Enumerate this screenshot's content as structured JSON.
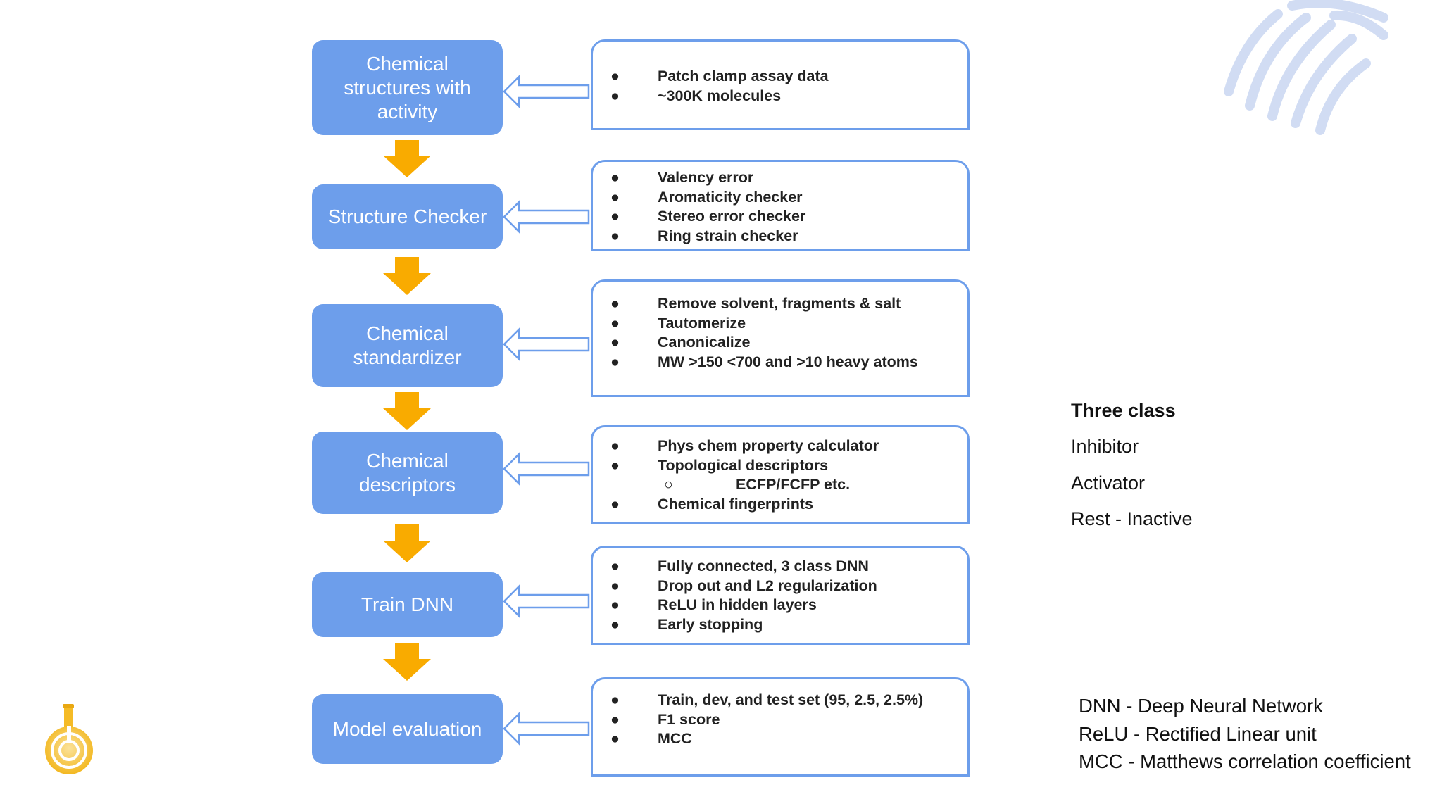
{
  "steps": [
    {
      "label": "Chemical\nstructures with\nactivity",
      "details": [
        {
          "text": "Patch clamp assay data",
          "level": 1
        },
        {
          "text": "~300K molecules",
          "level": 1
        }
      ]
    },
    {
      "label": "Structure Checker",
      "details": [
        {
          "text": "Valency error",
          "level": 1
        },
        {
          "text": "Aromaticity checker",
          "level": 1
        },
        {
          "text": "Stereo error checker",
          "level": 1
        },
        {
          "text": "Ring strain checker",
          "level": 1
        }
      ]
    },
    {
      "label": "Chemical\nstandardizer",
      "details": [
        {
          "text": "Remove solvent, fragments & salt",
          "level": 1
        },
        {
          "text": "Tautomerize",
          "level": 1
        },
        {
          "text": "Canonicalize",
          "level": 1
        },
        {
          "text": "MW >150 <700 and >10 heavy atoms",
          "level": 1
        }
      ]
    },
    {
      "label": "Chemical\ndescriptors",
      "details": [
        {
          "text": "Phys chem property calculator",
          "level": 1
        },
        {
          "text": "Topological descriptors",
          "level": 1
        },
        {
          "text": "ECFP/FCFP etc.",
          "level": 2
        },
        {
          "text": "Chemical fingerprints",
          "level": 1
        }
      ]
    },
    {
      "label": "Train DNN",
      "details": [
        {
          "text": "Fully connected, 3 class DNN",
          "level": 1
        },
        {
          "text": "Drop out and L2 regularization",
          "level": 1
        },
        {
          "text": "ReLU in hidden layers",
          "level": 1
        },
        {
          "text": "Early stopping",
          "level": 1
        }
      ]
    },
    {
      "label": "Model evaluation",
      "details": [
        {
          "text": "Train, dev, and test set (95, 2.5, 2.5%)",
          "level": 1
        },
        {
          "text": "F1 score",
          "level": 1
        },
        {
          "text": "MCC",
          "level": 1
        }
      ]
    }
  ],
  "bullets": {
    "level1": "●",
    "level2": "○"
  },
  "legend": {
    "title": "Three class",
    "items": [
      "Inhibitor",
      "Activator",
      "Rest - Inactive"
    ]
  },
  "abbreviations": [
    "DNN - Deep Neural Network",
    "ReLU - Rectified Linear unit",
    "MCC - Matthews correlation coefficient"
  ],
  "colors": {
    "step_fill": "#6d9eeb",
    "panel_border": "#6d9eeb",
    "flow_arrow": "#f9ab00",
    "watermark": "#c9d7f2"
  },
  "icons": {
    "logo": "flask-logo-icon",
    "watermark": "fingerprint-icon"
  }
}
